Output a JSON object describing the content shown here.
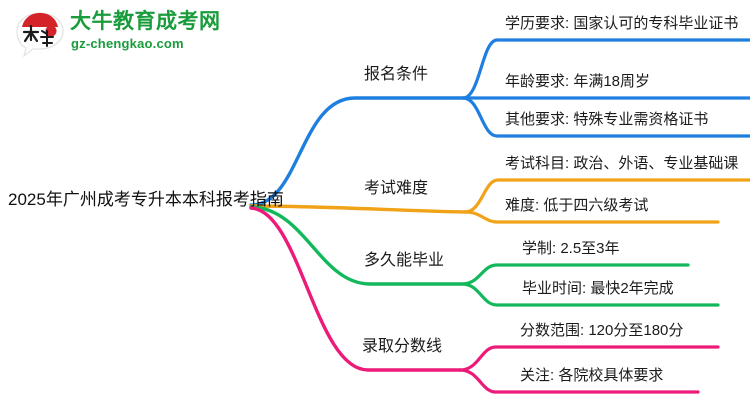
{
  "logo": {
    "mark_alt": "daniu-logo-icon",
    "title": "大牛教育成考网",
    "subtitle": "gz-chengkao.com",
    "brand_color": "#1a9c3c",
    "mark_accent_color": "#d4242a"
  },
  "mindmap": {
    "root": {
      "label": "2025年广州成考专升本本科报考指南"
    },
    "branches": [
      {
        "id": "baoming-tiaojian",
        "label": "报名条件",
        "color": "#1f7fe0",
        "leaves": [
          {
            "id": "xueli-yaoqiu",
            "label": "学历要求: 国家认可的专科毕业证书"
          },
          {
            "id": "nianling-yaoqiu",
            "label": "年龄要求: 年满18周岁"
          },
          {
            "id": "qita-yaoqiu",
            "label": "其他要求: 特殊专业需资格证书"
          }
        ]
      },
      {
        "id": "kaoshi-nandu",
        "label": "考试难度",
        "color": "#f0a318",
        "leaves": [
          {
            "id": "kaoshi-kemu",
            "label": "考试科目: 政治、外语、专业基础课"
          },
          {
            "id": "nandu",
            "label": "难度: 低于四六级考试"
          }
        ]
      },
      {
        "id": "duojiu-neng-biye",
        "label": "多久能毕业",
        "color": "#14b85c",
        "leaves": [
          {
            "id": "xuezhi",
            "label": "学制: 2.5至3年"
          },
          {
            "id": "biye-shijian",
            "label": "毕业时间: 最快2年完成"
          }
        ]
      },
      {
        "id": "luqu-fenshuxian",
        "label": "录取分数线",
        "color": "#ec1a78",
        "leaves": [
          {
            "id": "fenshu-fanwei",
            "label": "分数范围: 120分至180分"
          },
          {
            "id": "guanzhu",
            "label": "关注: 各院校具体要求"
          }
        ]
      }
    ]
  }
}
